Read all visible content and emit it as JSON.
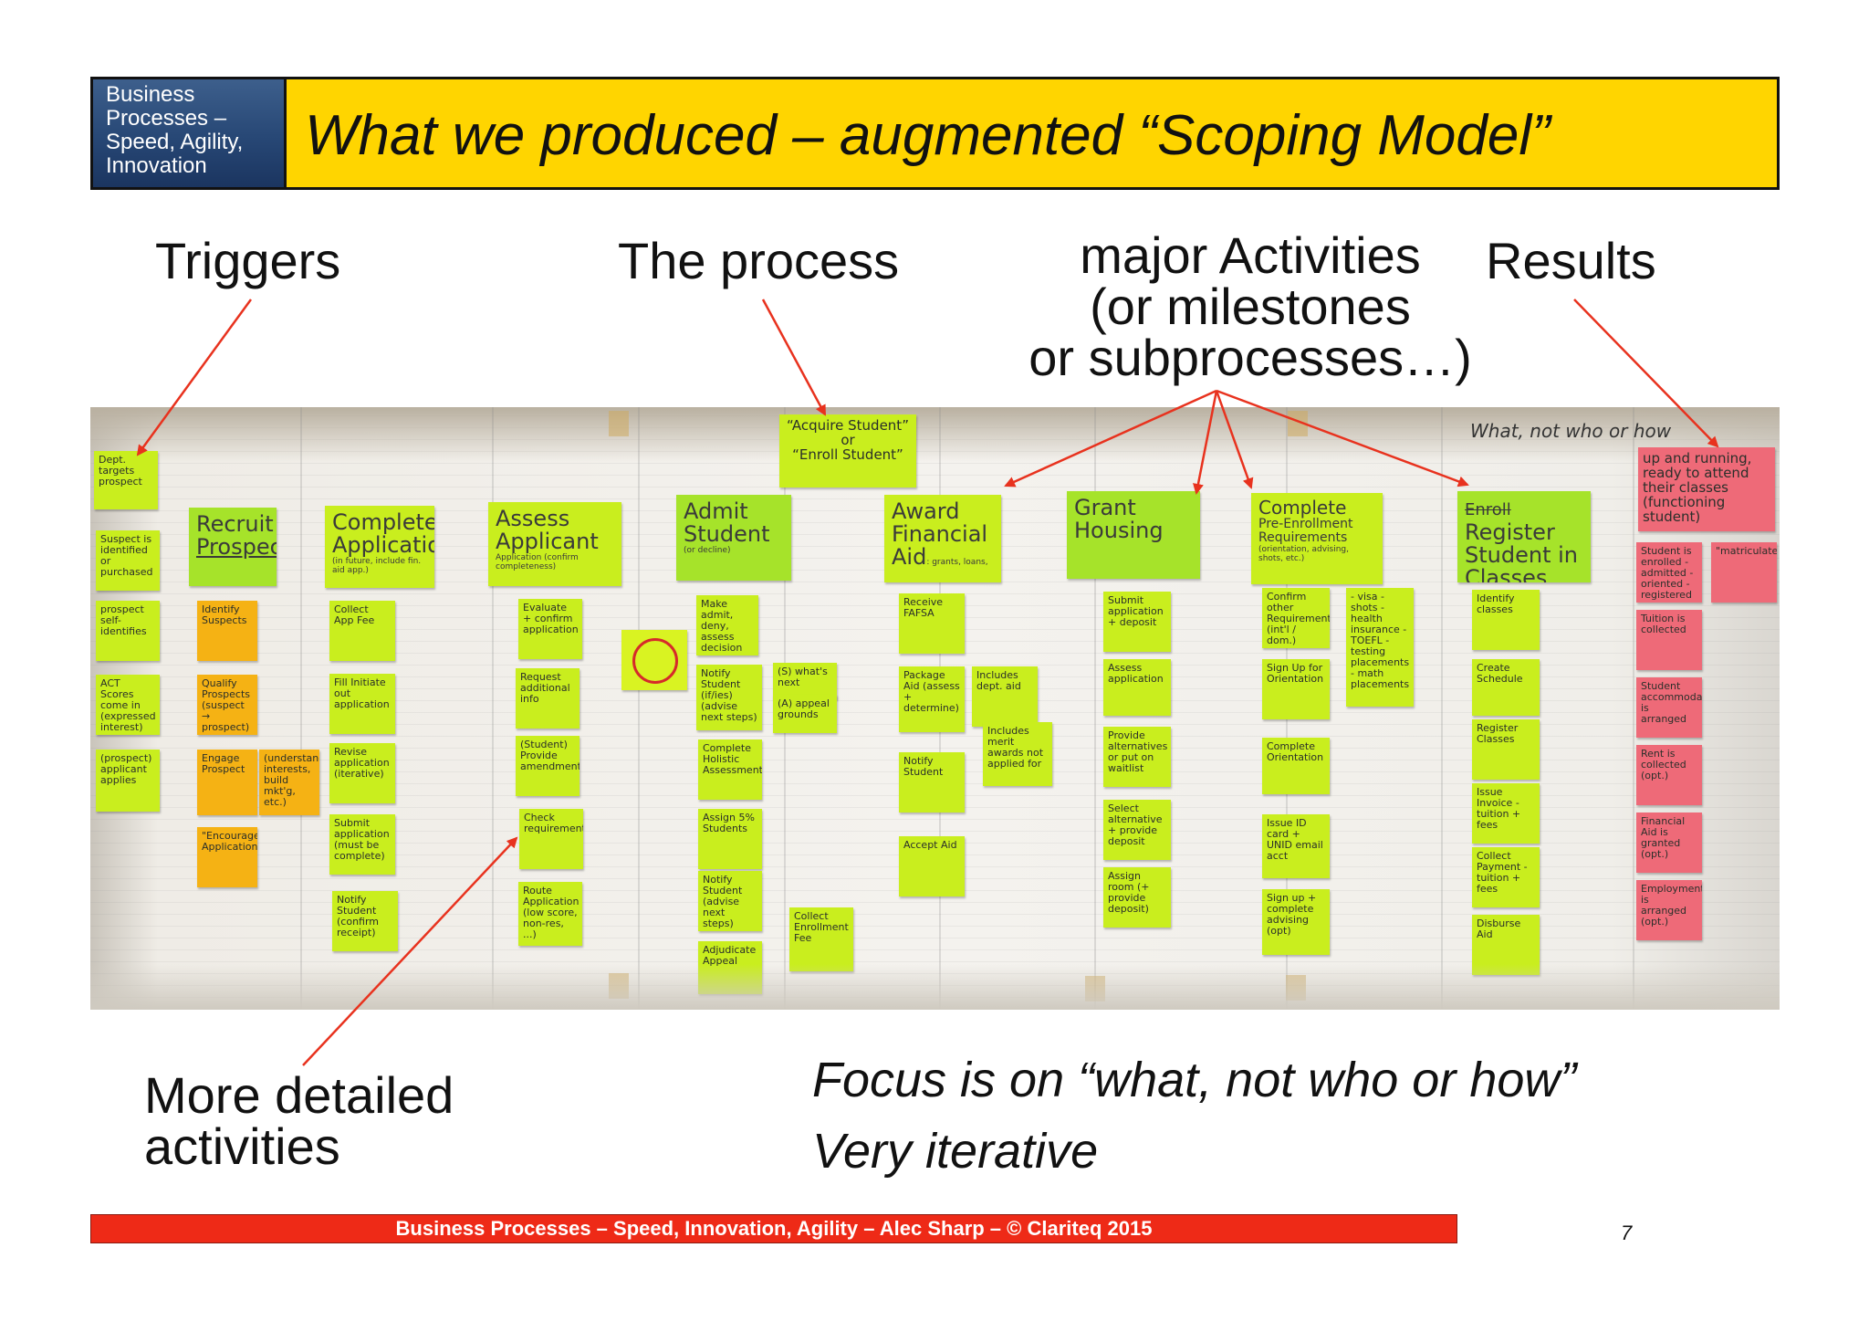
{
  "header": {
    "badge_lines": [
      "Business",
      "Processes –",
      "Speed, Agility,",
      "Innovation"
    ],
    "title": "What we produced – augmented “Scoping Model”"
  },
  "labels": {
    "triggers": "Triggers",
    "process": "The process",
    "activities": [
      "major Activities",
      "(or milestones",
      "or subprocesses…)"
    ],
    "results": "Results",
    "detailed": [
      "More detailed",
      "activities"
    ]
  },
  "notes_text": {
    "focus": "Focus is on “what, not who or how”",
    "iterative": "Very iterative"
  },
  "wall": {
    "header_note": "What, not who or how",
    "process_note": [
      "“Acquire Student”",
      "or",
      "“Enroll Student”"
    ],
    "columns": {
      "triggers": [
        "Dept. targets prospect",
        "Suspect is identified or purchased",
        "prospect self-identifies",
        "ACT Scores come in (expressed interest)",
        "(prospect) applicant applies"
      ],
      "recruit": {
        "title": [
          "Recruit",
          "Prospect"
        ],
        "items": [
          "Identify Suspects",
          "Qualify Prospects (suspect → prospect)",
          "Engage Prospect",
          "(understand interests, build mkt'g, etc.)",
          "\"Encourage Application\""
        ]
      },
      "complete_application": {
        "title": [
          "Complete",
          "Application"
        ],
        "sub": "(in future, include fin. aid app.)",
        "items": [
          "Collect App Fee",
          "Fill Initiate out application",
          "Revise application (iterative)",
          "Submit application (must be complete)",
          "Notify Student (confirm receipt)"
        ]
      },
      "assess_applicant": {
        "title": [
          "Assess",
          "Applicant"
        ],
        "sub": "Application (confirm completeness)",
        "items": [
          "Evaluate + confirm application",
          "Request additional info",
          "(Student) Provide amendment",
          "Check requirements",
          "Route Application (low score, non-res, ...)"
        ]
      },
      "admit_student": {
        "title": [
          "Admit",
          "Student"
        ],
        "sub": "(or decline)",
        "items": [
          "Make admit, deny, assess decision",
          "Notify Student (if/ies) (advise next steps)",
          "Complete Holistic Assessment",
          "Assign 5% Students",
          "Notify Student (advise next steps)",
          "Adjudicate Appeal"
        ],
        "side": [
          "(S) what's next",
          "(A) appeal grounds",
          "Collect Enrollment Fee"
        ]
      },
      "award_aid": {
        "title": [
          "Award",
          "Financial",
          "Aid"
        ],
        "sub": ": grants, loans, scholarships",
        "items": [
          "Receive FAFSA",
          "Package Aid (assess + determine)",
          "Notify Student",
          "Accept Aid"
        ],
        "side": [
          "Includes dept. aid",
          "Includes merit awards not applied for"
        ]
      },
      "grant_housing": {
        "title": [
          "Grant",
          "Housing"
        ],
        "items": [
          "Submit application + deposit",
          "Assess application",
          "Provide alternatives or put on waitlist",
          "Select alternative + provide deposit",
          "Assign room (+ provide deposit)"
        ]
      },
      "pre_enrollment": {
        "title": [
          "Complete",
          "Pre-Enrollment",
          "Requirements"
        ],
        "sub": "(orientation, advising, shots, etc.)",
        "items": [
          "Confirm other Requirements (int'l / dom.)",
          "Sign Up for Orientation",
          "Complete Orientation",
          "Issue ID card + UNID email acct",
          "Sign up + complete advising (opt)"
        ],
        "side": [
          "- visa - shots - health insurance - TOEFL - testing placements - math placements"
        ]
      },
      "register": {
        "title": [
          "Register",
          "Student in",
          "Classes"
        ],
        "strike": "Enroll",
        "items": [
          "Identify classes",
          "Create Schedule",
          "Register Classes",
          "Issue Invoice - tuition + fees",
          "Collect Payment - tuition + fees",
          "Disburse Aid"
        ]
      },
      "results": {
        "top": "up and running, ready to attend their classes (functioning student)",
        "items": [
          "Student is enrolled - admitted - oriented - registered",
          "\"matriculated\"",
          "Tuition is collected",
          "Student accommodation is arranged",
          "Rent is collected (opt.)",
          "Financial Aid is granted (opt.)",
          "Employment is arranged (opt.)"
        ]
      }
    }
  },
  "footer": "Business Processes –  Speed, Innovation, Agility – Alec Sharp – © Clariteq 2015",
  "page_number": "7",
  "colors": {
    "title_bar": "#ffd500",
    "badge": "#274775",
    "footer": "#ee2a17",
    "arrow": "#e8321e",
    "note_green": "#c9ee1e",
    "note_green_dark": "#a6e32a",
    "note_orange": "#f5b214",
    "note_pink": "#ee6a78"
  }
}
